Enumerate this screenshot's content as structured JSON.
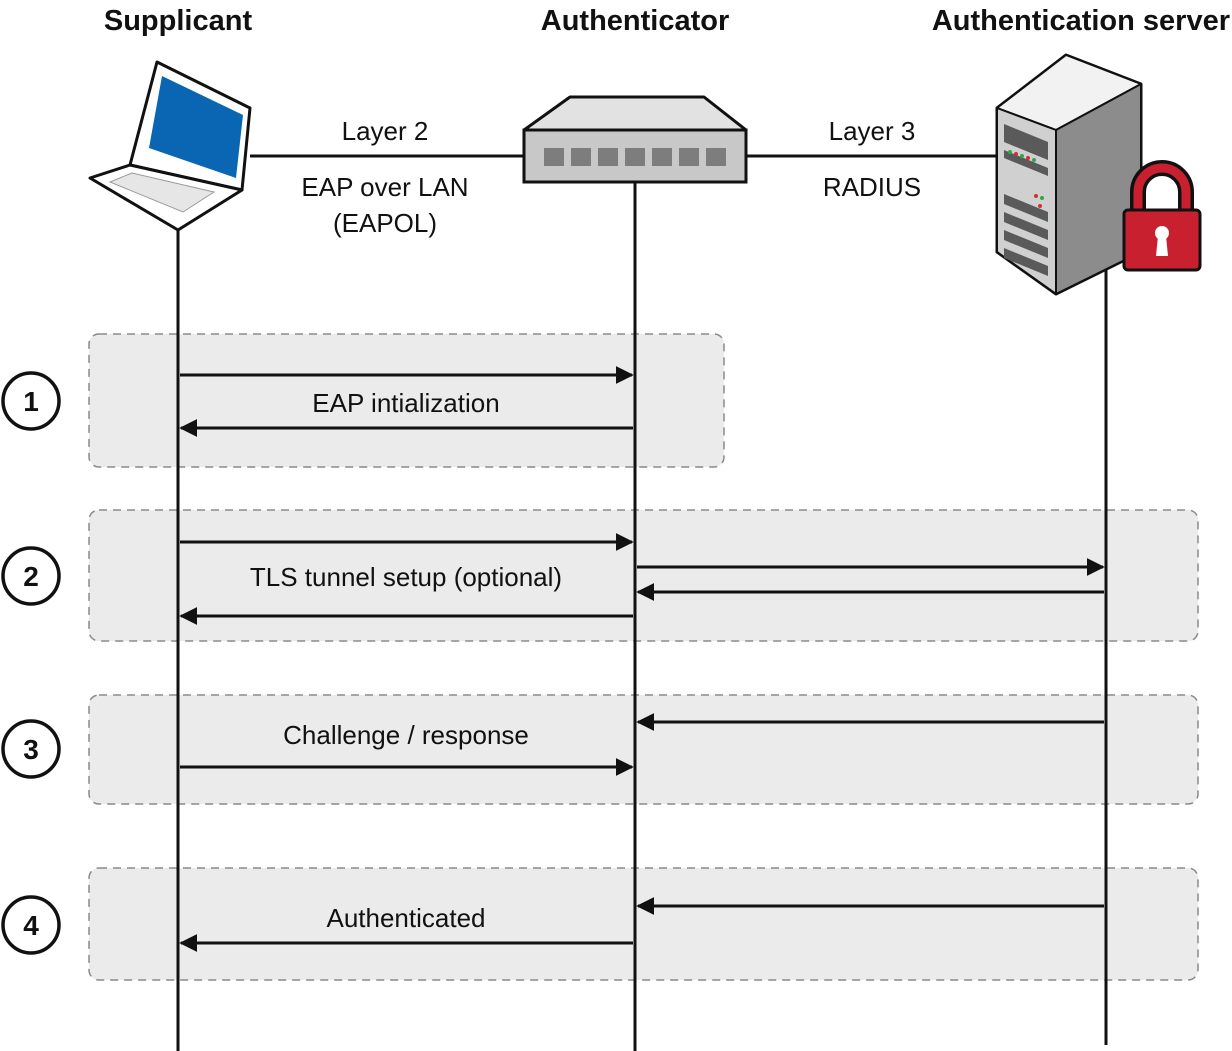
{
  "actors": {
    "supplicant": "Supplicant",
    "authenticator": "Authenticator",
    "server": "Authentication server"
  },
  "links": {
    "left_top": "Layer 2",
    "left_mid": "EAP over LAN",
    "left_bottom": "(EAPOL)",
    "right_top": "Layer 3",
    "right_mid": "RADIUS"
  },
  "stages": [
    {
      "number": "1",
      "label": "EAP intialization"
    },
    {
      "number": "2",
      "label": "TLS tunnel setup (optional)"
    },
    {
      "number": "3",
      "label": "Challenge / response"
    },
    {
      "number": "4",
      "label": "Authenticated"
    }
  ],
  "colors": {
    "laptop_screen": "#0a66b3",
    "lock": "#c8202f",
    "stage_fill": "#ebebeb",
    "switch_body": "#c8c8c8"
  }
}
